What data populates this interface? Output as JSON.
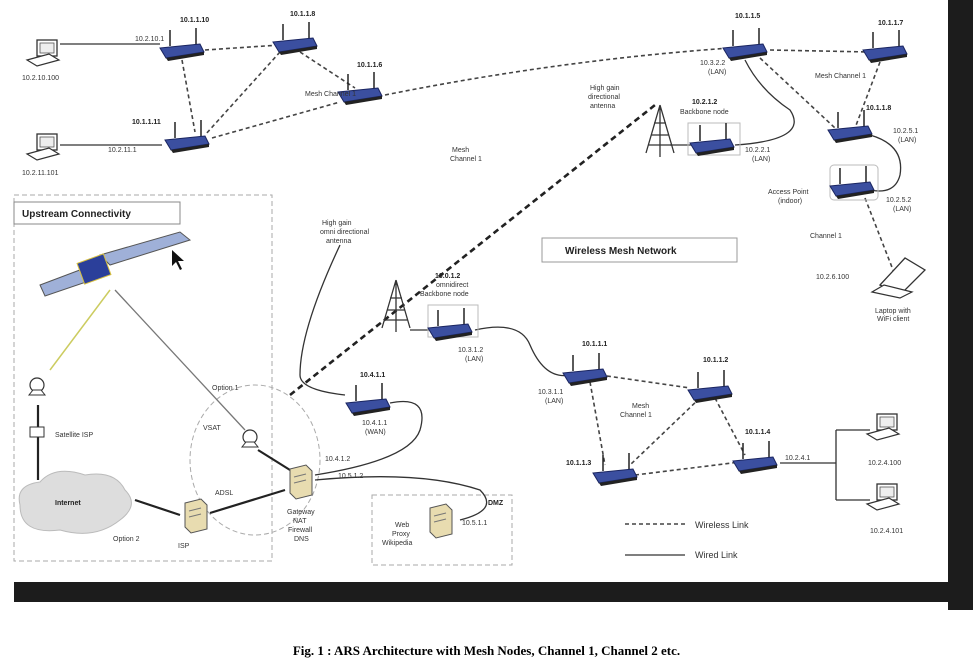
{
  "caption": "Fig. 1 : ARS Architecture with Mesh Nodes, Channel 1, Channel 2 etc.",
  "colors": {
    "router": "#3b4fa0",
    "server": "#e8dcb0",
    "frame": "#1c1c1c",
    "radio": "#e0e060"
  },
  "top_left_mesh": {
    "pc1": "10.2.10.100",
    "pc1_link": "10.2.10.1",
    "r10": "10.1.1.10",
    "r8": "10.1.1.8",
    "r6": "10.1.1.6",
    "channel": "Mesh Channel 1",
    "r11": "10.1.1.11",
    "pc2_link": "10.2.11.1",
    "pc2": "10.2.11.101"
  },
  "top_right_mesh": {
    "r5": "10.1.1.5",
    "r5_lan": "10.3.2.2",
    "r5_lan_tag": "(LAN)",
    "r7": "10.1.1.7",
    "channel": "Mesh Channel 1",
    "r8b": "10.1.1.8",
    "r8b_lan": "10.2.5.1",
    "r8b_lan_tag": "(LAN)",
    "antenna": [
      "High gain",
      "directional",
      "antenna"
    ],
    "backbone": "10.2.1.2",
    "backbone_label": "Backbone node",
    "backbone_lan": "10.2.2.1",
    "backbone_lan_tag": "(LAN)",
    "ap_label": [
      "Access Point",
      "(indoor)"
    ],
    "ap_lan": "10.2.5.2",
    "ap_lan_tag": "(LAN)",
    "ap_channel": "Channel 1",
    "laptop_ip": "10.2.6.100",
    "laptop_label": [
      "Laptop with",
      "WiFi client"
    ]
  },
  "long_link": [
    "Mesh",
    "Channel 1"
  ],
  "wmn_title": "Wireless Mesh Network",
  "upstream": {
    "title": "Upstream Connectivity",
    "sat_isp": "Satellite ISP",
    "internet": "Internet",
    "option1": "Option 1",
    "vsat": "VSAT",
    "adsl": "ADSL",
    "isp": "ISP",
    "option2": "Option 2",
    "gateway": [
      "Gateway",
      "NAT",
      "Firewall",
      "DNS"
    ]
  },
  "center": {
    "omni_antenna": [
      "High gain",
      "omni directional",
      "antenna"
    ],
    "backbone": "10.0.1.2",
    "backbone_sub": "omnidirect",
    "backbone_label": "Backbone node",
    "backbone_lan": "10.3.1.2",
    "backbone_lan_tag": "(LAN)",
    "r41": "10.4.1.1",
    "r41_wan": "10.4.1.1",
    "r41_wan_tag": "(WAN)",
    "gw_ip1": "10.4.1.2",
    "gw_ip2": "10.5.1.2",
    "dmz": "DMZ",
    "web_proxy": [
      "Web",
      "Proxy",
      "Wikipedia"
    ],
    "proxy_ip": "10.5.1.1"
  },
  "bottom_mesh": {
    "r1": "10.1.1.1",
    "r1_lan": "10.3.1.1",
    "r1_lan_tag": "(LAN)",
    "r2": "10.1.1.2",
    "channel": [
      "Mesh",
      "Channel 1"
    ],
    "r4": "10.1.1.4",
    "r3": "10.1.1.3",
    "r4_link": "10.2.4.1",
    "pc1": "10.2.4.100",
    "pc2": "10.2.4.101"
  },
  "legend": {
    "wireless": "Wireless Link",
    "wired": "Wired Link"
  }
}
